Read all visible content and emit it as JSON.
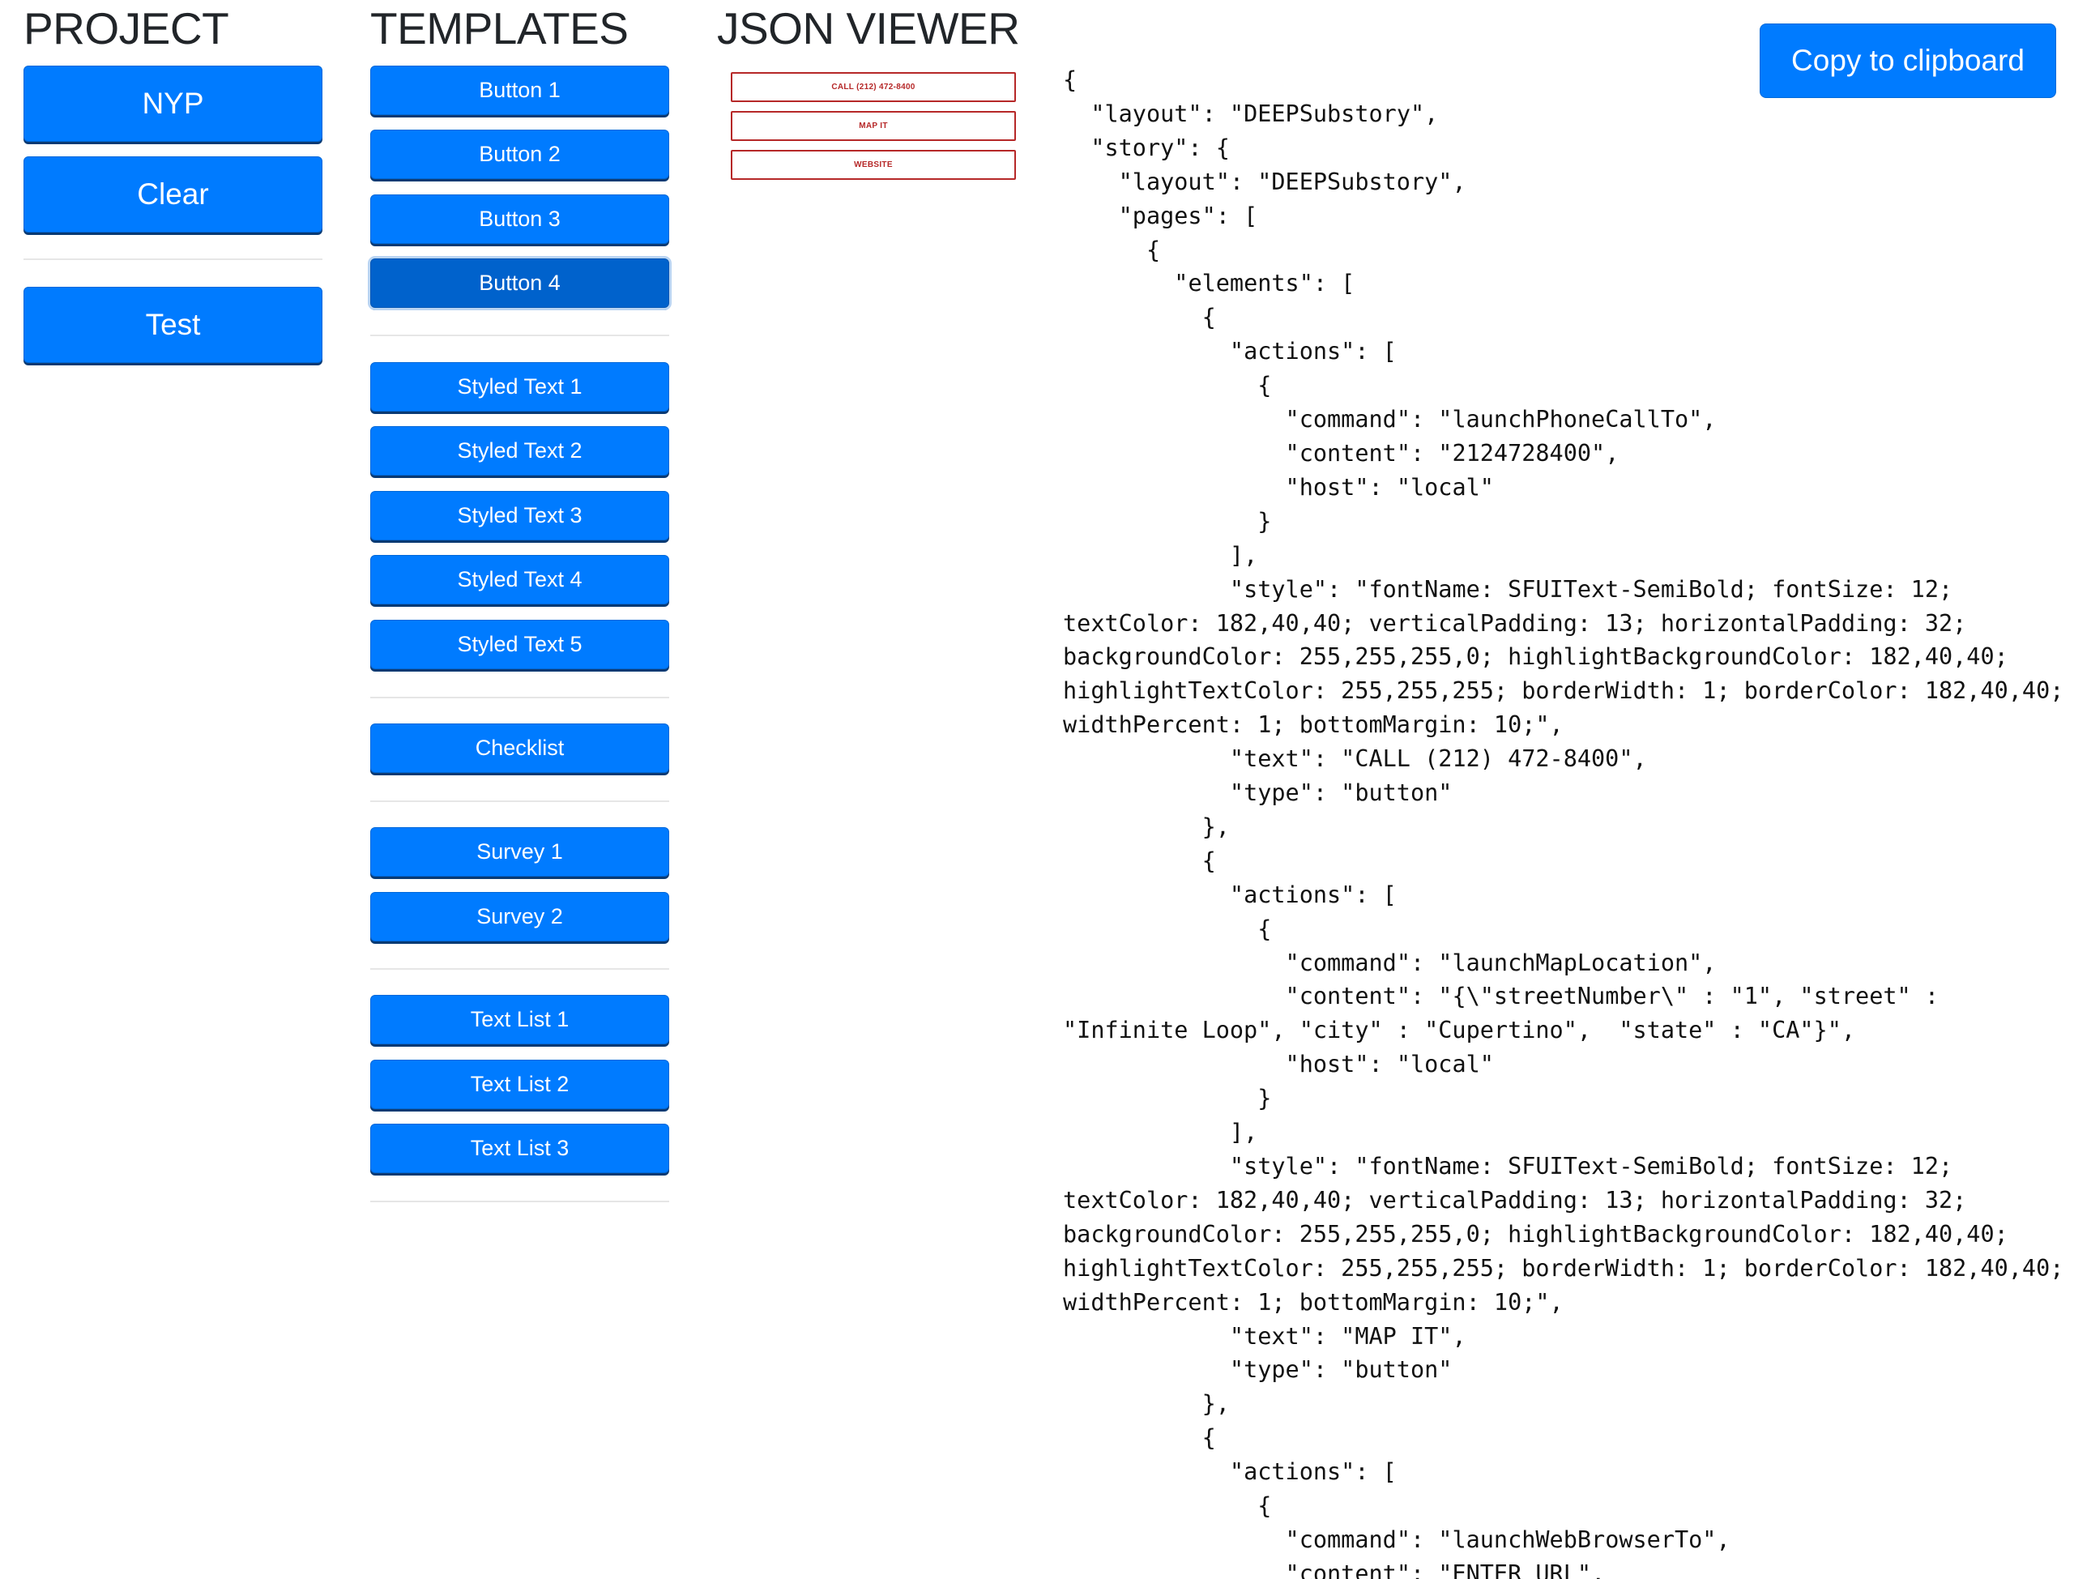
{
  "project": {
    "title": "PROJECT",
    "buttons": [
      "NYP",
      "Clear",
      "Test"
    ]
  },
  "templates": {
    "title": "TEMPLATES",
    "buttons": [
      "Button 1",
      "Button 2",
      "Button 3",
      "Button 4",
      "Styled Text 1",
      "Styled Text 2",
      "Styled Text 3",
      "Styled Text 4",
      "Styled Text 5",
      "Checklist",
      "Survey 1",
      "Survey 2",
      "Text List 1",
      "Text List 2",
      "Text List 3"
    ],
    "active_index": 3
  },
  "viewer": {
    "title": "JSON VIEWER",
    "preview_buttons": [
      "CALL (212) 472-8400",
      "MAP IT",
      "WEBSITE"
    ],
    "copy_label": "Copy to clipboard",
    "json_text": "{\n  \"layout\": \"DEEPSubstory\",\n  \"story\": {\n    \"layout\": \"DEEPSubstory\",\n    \"pages\": [\n      {\n        \"elements\": [\n          {\n            \"actions\": [\n              {\n                \"command\": \"launchPhoneCallTo\",\n                \"content\": \"2124728400\",\n                \"host\": \"local\"\n              }\n            ],\n            \"style\": \"fontName: SFUIText-SemiBold; fontSize: 12; textColor: 182,40,40; verticalPadding: 13; horizontalPadding: 32; backgroundColor: 255,255,255,0; highlightBackgroundColor: 182,40,40; highlightTextColor: 255,255,255; borderWidth: 1; borderColor: 182,40,40; widthPercent: 1; bottomMargin: 10;\",\n            \"text\": \"CALL (212) 472-8400\",\n            \"type\": \"button\"\n          },\n          {\n            \"actions\": [\n              {\n                \"command\": \"launchMapLocation\",\n                \"content\": \"{\\\"streetNumber\\\" : \"1\", \"street\" : \"Infinite Loop\", \"city\" : \"Cupertino\",  \"state\" : \"CA\"}\",\n                \"host\": \"local\"\n              }\n            ],\n            \"style\": \"fontName: SFUIText-SemiBold; fontSize: 12; textColor: 182,40,40; verticalPadding: 13; horizontalPadding: 32; backgroundColor: 255,255,255,0; highlightBackgroundColor: 182,40,40; highlightTextColor: 255,255,255; borderWidth: 1; borderColor: 182,40,40; widthPercent: 1; bottomMargin: 10;\",\n            \"text\": \"MAP IT\",\n            \"type\": \"button\"\n          },\n          {\n            \"actions\": [\n              {\n                \"command\": \"launchWebBrowserTo\",\n                \"content\": \"ENTER URL\","
  },
  "colors": {
    "primary": "#007bff",
    "active": "#0062cc",
    "preview_red": "#b62828"
  }
}
